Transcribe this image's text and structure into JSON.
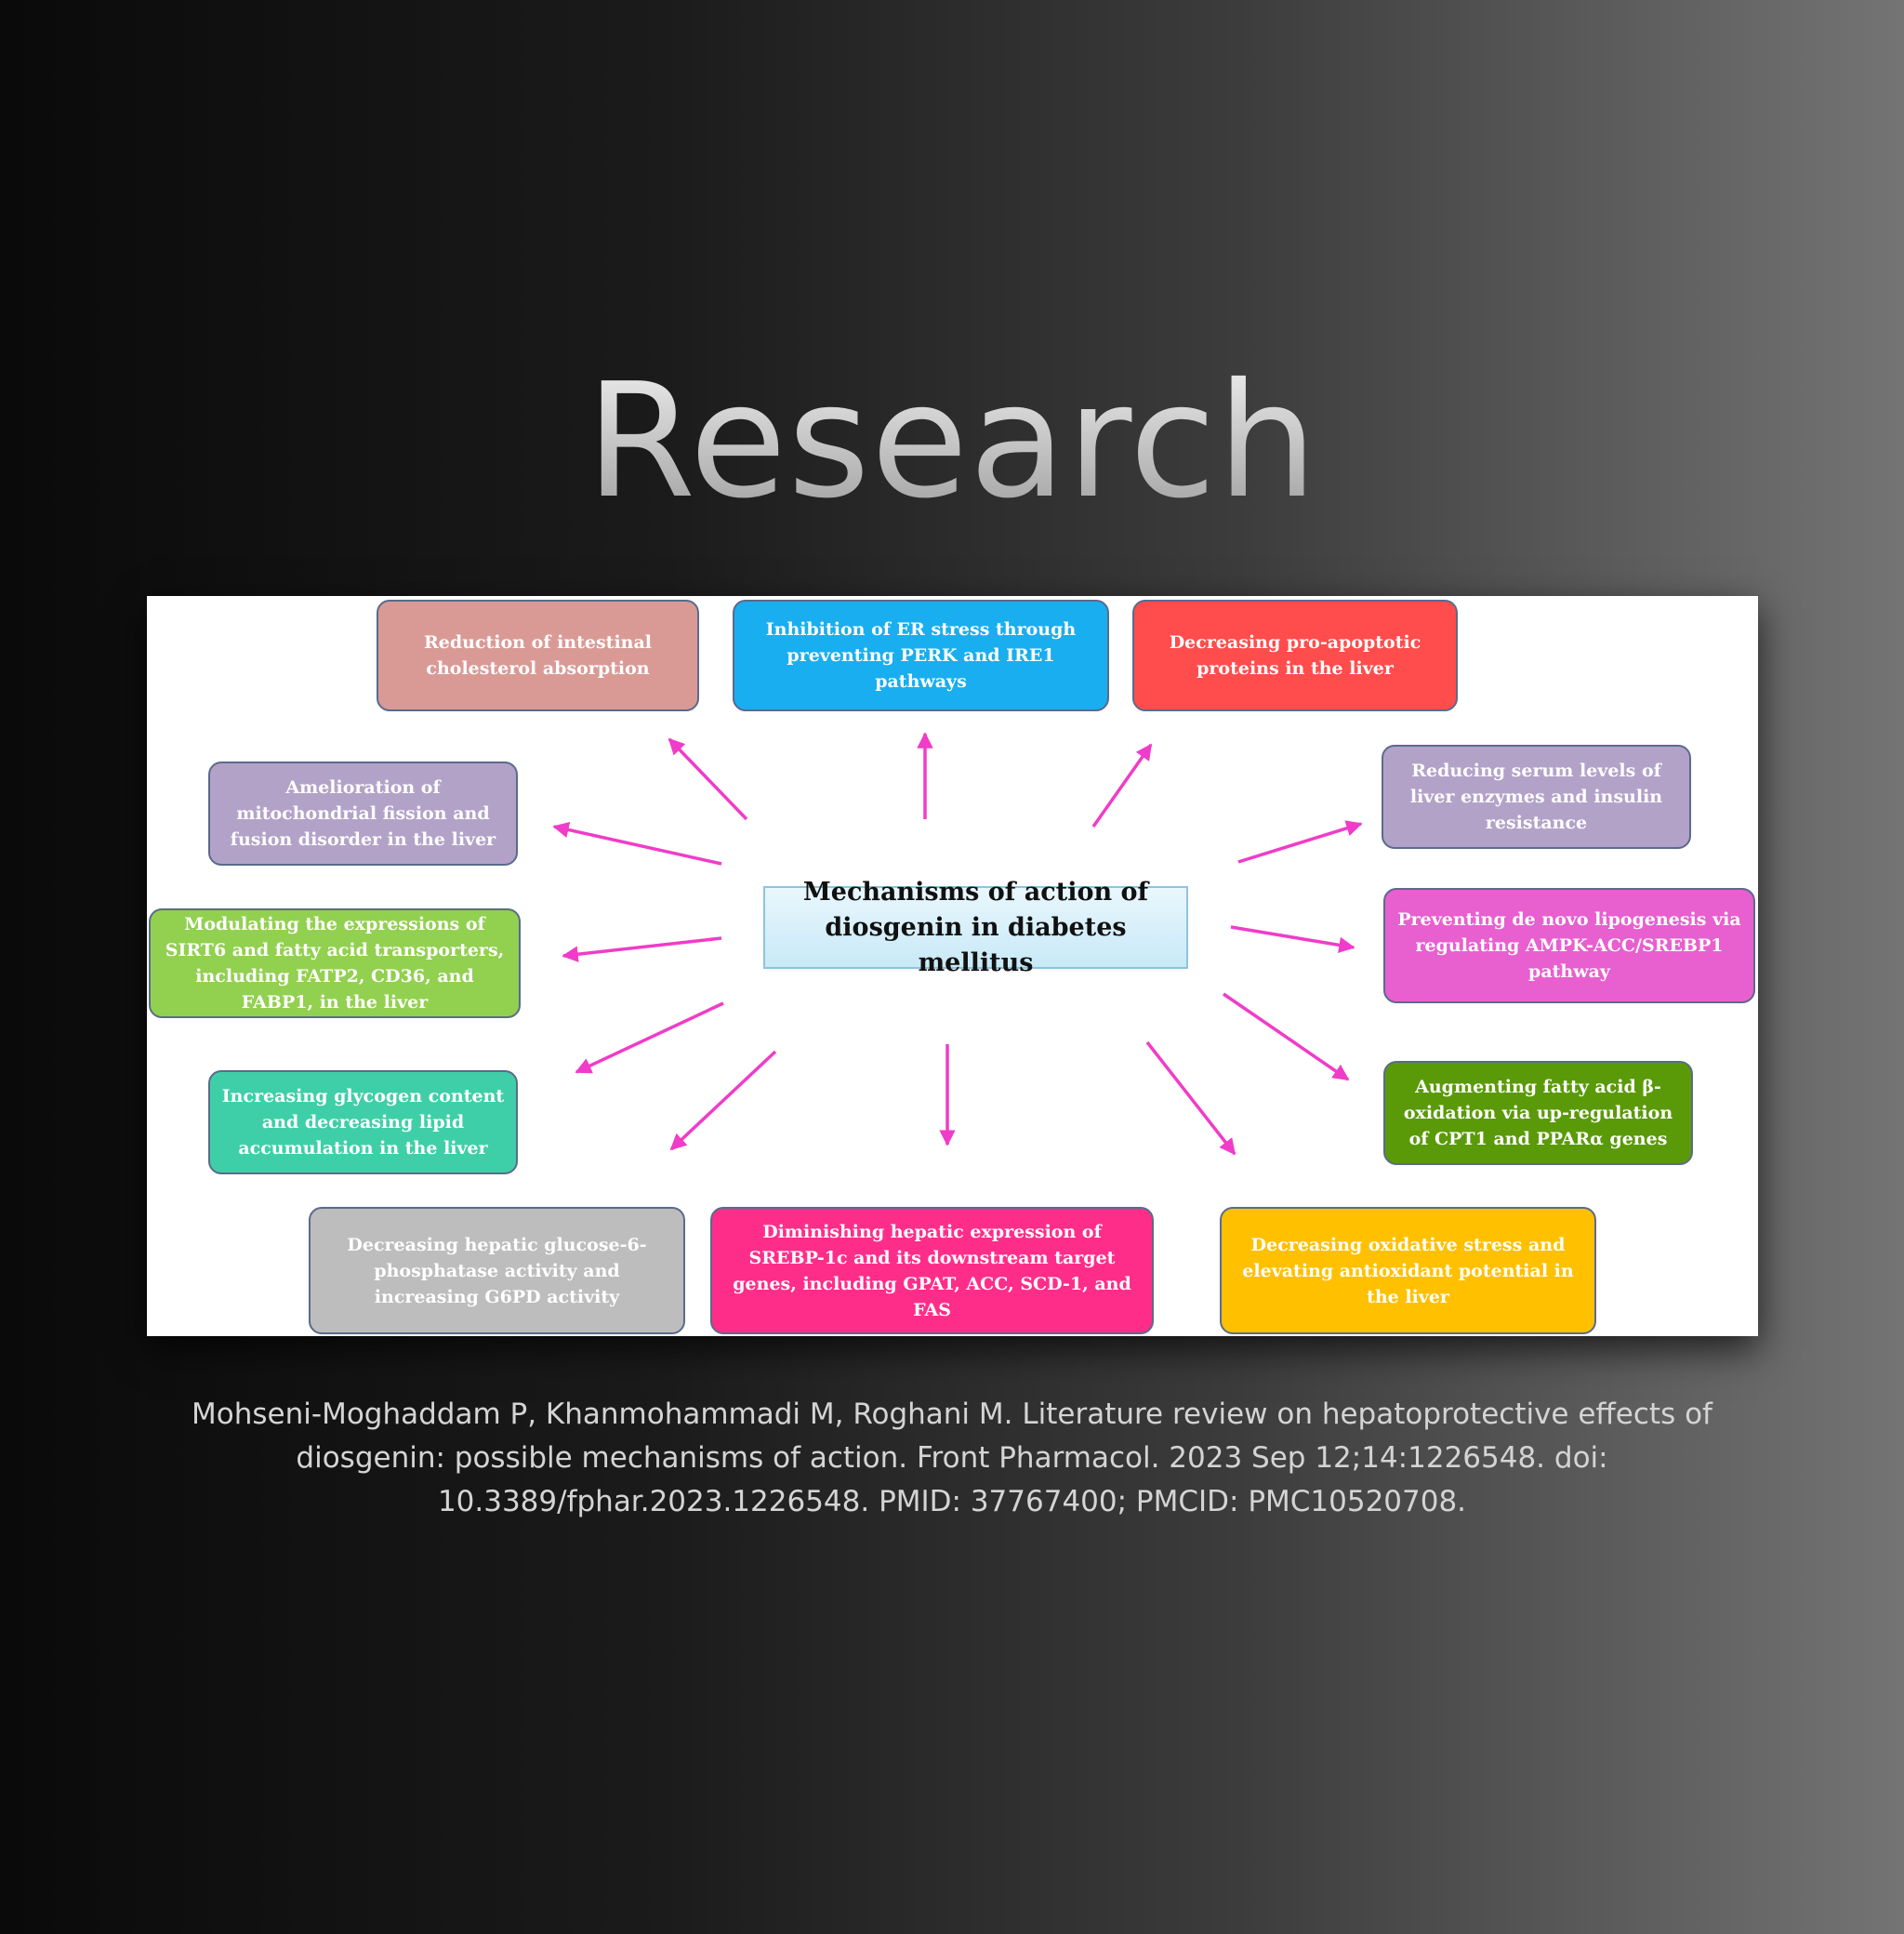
{
  "page": {
    "title": "Research",
    "citation": "Mohseni-Moghaddam P, Khanmohammadi M, Roghani M. Literature review on hepatoprotective effects of diosgenin: possible mechanisms of action. Front Pharmacol. 2023 Sep 12;14:1226548. doi: 10.3389/fphar.2023.1226548. PMID: 37767400; PMCID: PMC10520708."
  },
  "diagram": {
    "center": "Mechanisms of action of diosgenin in diabetes mellitus",
    "arrow_color": "#f03cc8",
    "nodes": [
      {
        "id": "cholesterol",
        "text": "Reduction of intestinal cholesterol absorption",
        "color": "#d99a96"
      },
      {
        "id": "er-stress",
        "text": "Inhibition of ER stress through preventing PERK and IRE1 pathways",
        "color": "#19aeef"
      },
      {
        "id": "apoptotic",
        "text": "Decreasing pro-apoptotic proteins in the liver",
        "color": "#ff4c4c"
      },
      {
        "id": "mitochondrial",
        "text": "Amelioration of mitochondrial fission and fusion disorder in the liver",
        "color": "#b3a2c8"
      },
      {
        "id": "serum",
        "text": "Reducing serum levels of liver enzymes and insulin resistance",
        "color": "#b3a2c8"
      },
      {
        "id": "sirt6",
        "text": "Modulating the expressions of SIRT6 and fatty acid transporters, including FATP2, CD36, and FABP1, in the liver",
        "color": "#92d050"
      },
      {
        "id": "lipogenesis",
        "text": "Preventing de novo lipogenesis via regulating AMPK-ACC/SREBP1 pathway",
        "color": "#e85fcf"
      },
      {
        "id": "glycogen",
        "text": "Increasing glycogen content and decreasing lipid accumulation in the liver",
        "color": "#3fcfa8"
      },
      {
        "id": "fatty-acid",
        "text": "Augmenting fatty acid β-oxidation via up-regulation of CPT1 and PPARα genes",
        "color": "#5a9a08"
      },
      {
        "id": "glucose",
        "text": "Decreasing hepatic glucose-6-phosphatase activity and increasing G6PD activity",
        "color": "#bdbdbd"
      },
      {
        "id": "srebp",
        "text": "Diminishing hepatic expression of SREBP-1c and its downstream target genes, including GPAT, ACC, SCD-1, and FAS",
        "color": "#ff2d8a"
      },
      {
        "id": "oxidative",
        "text": "Decreasing oxidative stress and elevating antioxidant potential in the liver",
        "color": "#ffc000"
      }
    ]
  }
}
